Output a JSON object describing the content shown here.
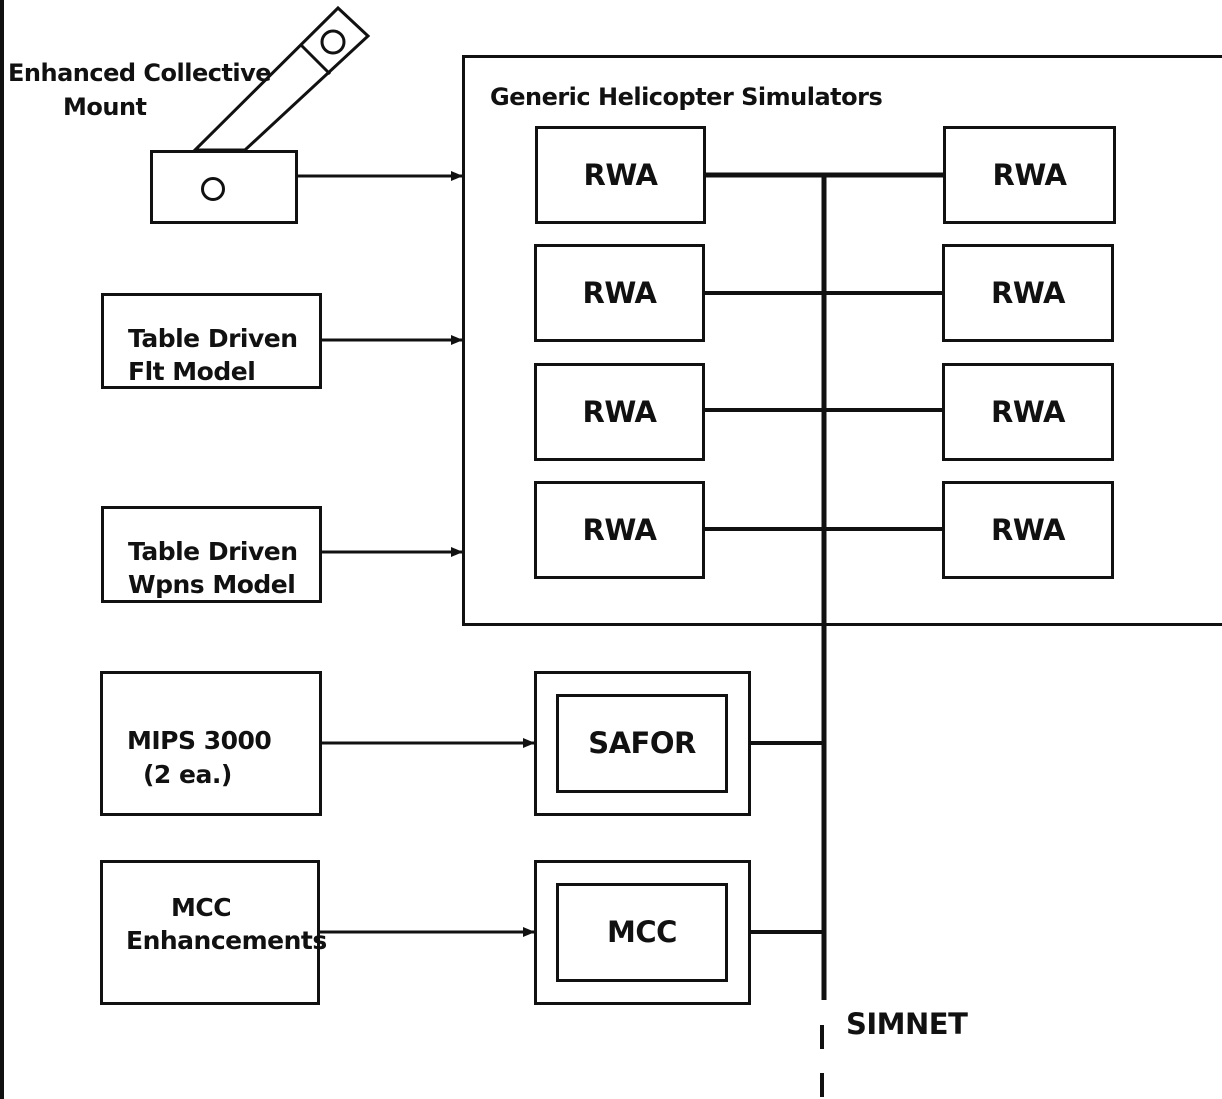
{
  "diagram": {
    "group_title": "Generic Helicopter Simulators",
    "collective": {
      "label_line1": "Enhanced Collective",
      "label_line2": "Mount"
    },
    "sources": {
      "flight_model": {
        "line1": "Table Driven",
        "line2": "Flt Model"
      },
      "weapons_model": {
        "line1": "Table Driven",
        "line2": "Wpns Model"
      },
      "mips": {
        "line1": "MIPS 3000",
        "line2": "(2 ea.)"
      },
      "mcc_enh": {
        "line1": "MCC",
        "line2": "Enhancements"
      }
    },
    "rwa_nodes": [
      "RWA",
      "RWA",
      "RWA",
      "RWA",
      "RWA",
      "RWA",
      "RWA",
      "RWA"
    ],
    "safor": "SAFOR",
    "mcc": "MCC",
    "network": "SIMNET",
    "colors": {
      "ink": "#111111",
      "background": "#ffffff"
    }
  }
}
